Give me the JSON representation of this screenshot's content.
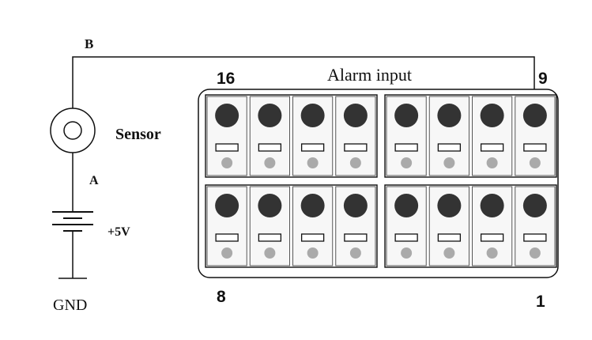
{
  "labels": {
    "wire_b": "B",
    "wire_a": "A",
    "sensor": "Sensor",
    "voltage": "+5V",
    "ground": "GND",
    "block_title": "Alarm input",
    "top_left_number": "16",
    "top_right_number": "9",
    "bottom_left_number": "8",
    "bottom_right_number": "1"
  },
  "terminal_block": {
    "rows": 2,
    "groups_per_row": 2,
    "terminals_per_group": 4
  },
  "colors": {
    "line": "#111111",
    "screw": "#333333",
    "led": "#aaaaaa",
    "slot": "#ffffff",
    "terminal_fill": "#f7f7f7"
  }
}
